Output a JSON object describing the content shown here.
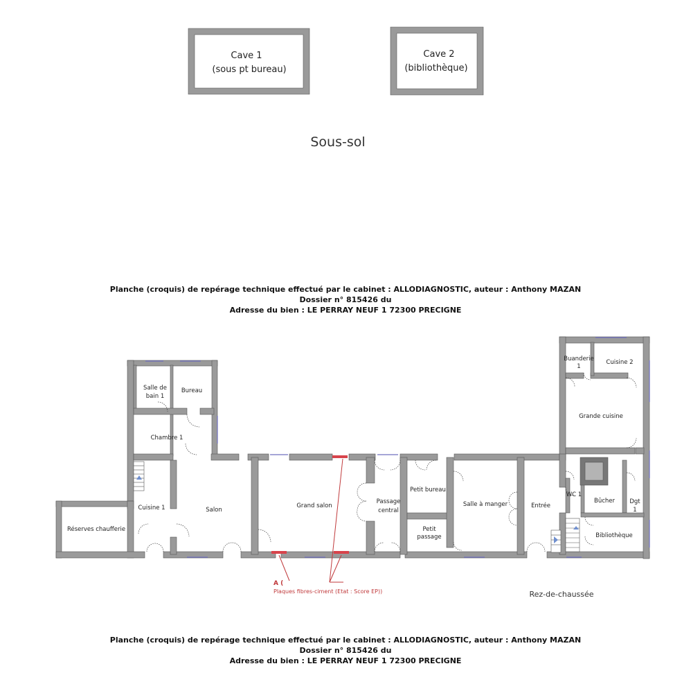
{
  "basement": {
    "rooms": [
      {
        "id": "cave1",
        "lines": [
          "Cave 1",
          "(sous pt bureau)"
        ]
      },
      {
        "id": "cave2",
        "lines": [
          "Cave 2",
          "(bibliothèque)"
        ]
      }
    ],
    "level_label": "Sous-sol"
  },
  "headers": {
    "line1": "Planche (croquis) de repérage technique effectué par le cabinet : ALLODIAGNOSTIC, auteur : Anthony MAZAN",
    "line2": "Dossier n° 815426 du",
    "line3": "Adresse du bien : LE PERRAY NEUF 1  72300 PRECIGNE"
  },
  "ground_floor": {
    "level_label": "Rez-de-chaussée",
    "rooms": {
      "salle_de_bain": [
        "Salle de",
        "bain 1"
      ],
      "bureau": "Bureau",
      "chambre": "Chambre 1",
      "cuisine1": "Cuisine  1",
      "reserves": "Réserves chaufferie",
      "salon": "Salon",
      "grand_salon": "Grand salon",
      "passage_central": [
        "Passage",
        "central"
      ],
      "petit_bureau": "Petit bureau",
      "petit_passage": [
        "Petit",
        "passage"
      ],
      "salle_a_manger": "Salle à manger",
      "entree": "Entrée",
      "buanderie": [
        "Buanderie",
        "1"
      ],
      "cuisine2": "Cuisine  2",
      "grande_cuisine": "Grande cuisine",
      "wc": "WC 1",
      "bucher": "Bûcher",
      "dgt": [
        "Dgt",
        "1"
      ],
      "bibliotheque": "Bibliothèque"
    },
    "annotation": {
      "marker": "A (",
      "text": "Plaques fibres-ciment (Etat : Score EP))"
    }
  },
  "colors": {
    "wall": "#9a9a9a",
    "window": "#6f6fbf",
    "annotation": "#c0393b"
  }
}
